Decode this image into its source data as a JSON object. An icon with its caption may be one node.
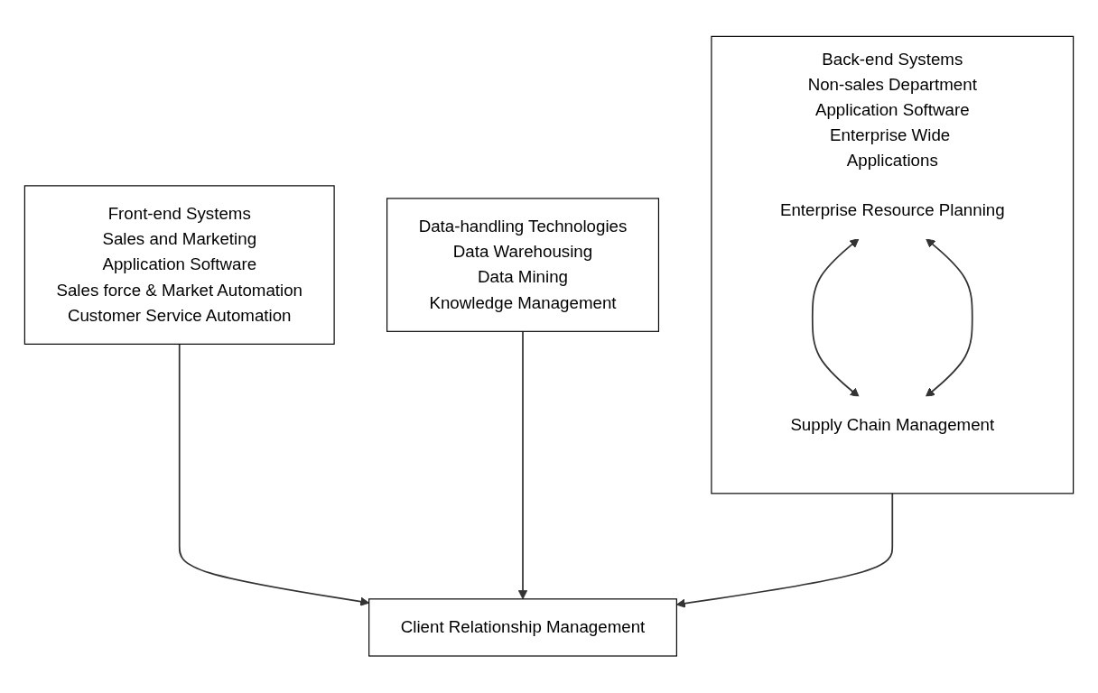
{
  "diagram": {
    "nodes": [
      {
        "text": [
          "Front-end Systems",
          "Sales and Marketing",
          "Application Software",
          "Sales force & Market Automation",
          "Customer Service Automation"
        ]
      },
      {
        "text": [
          "Data-handling Technologies",
          "Data Warehousing",
          "Data Mining",
          "Knowledge Management"
        ]
      },
      {
        "text": [
          "Back-end Systems",
          "Non-sales Department",
          "Application Software",
          "Enterprise Wide Applications"
        ]
      },
      {
        "text": [
          "Enterprise Resource Planning"
        ],
        "in": 2
      },
      {
        "text": [
          "Supply Chain Management"
        ],
        "in": 2
      },
      {
        "text": [
          "Client Relationship Management"
        ]
      }
    ],
    "edges": [
      {
        "from": 0,
        "to": 5,
        "arrow": "to"
      },
      {
        "from": 1,
        "to": 5,
        "arrow": "to"
      },
      {
        "from": 2,
        "to": 5,
        "arrow": "to"
      },
      {
        "from": 3,
        "to": 4,
        "arrow": "both"
      },
      {
        "from": 3,
        "to": 4,
        "arrow": "both"
      }
    ]
  }
}
